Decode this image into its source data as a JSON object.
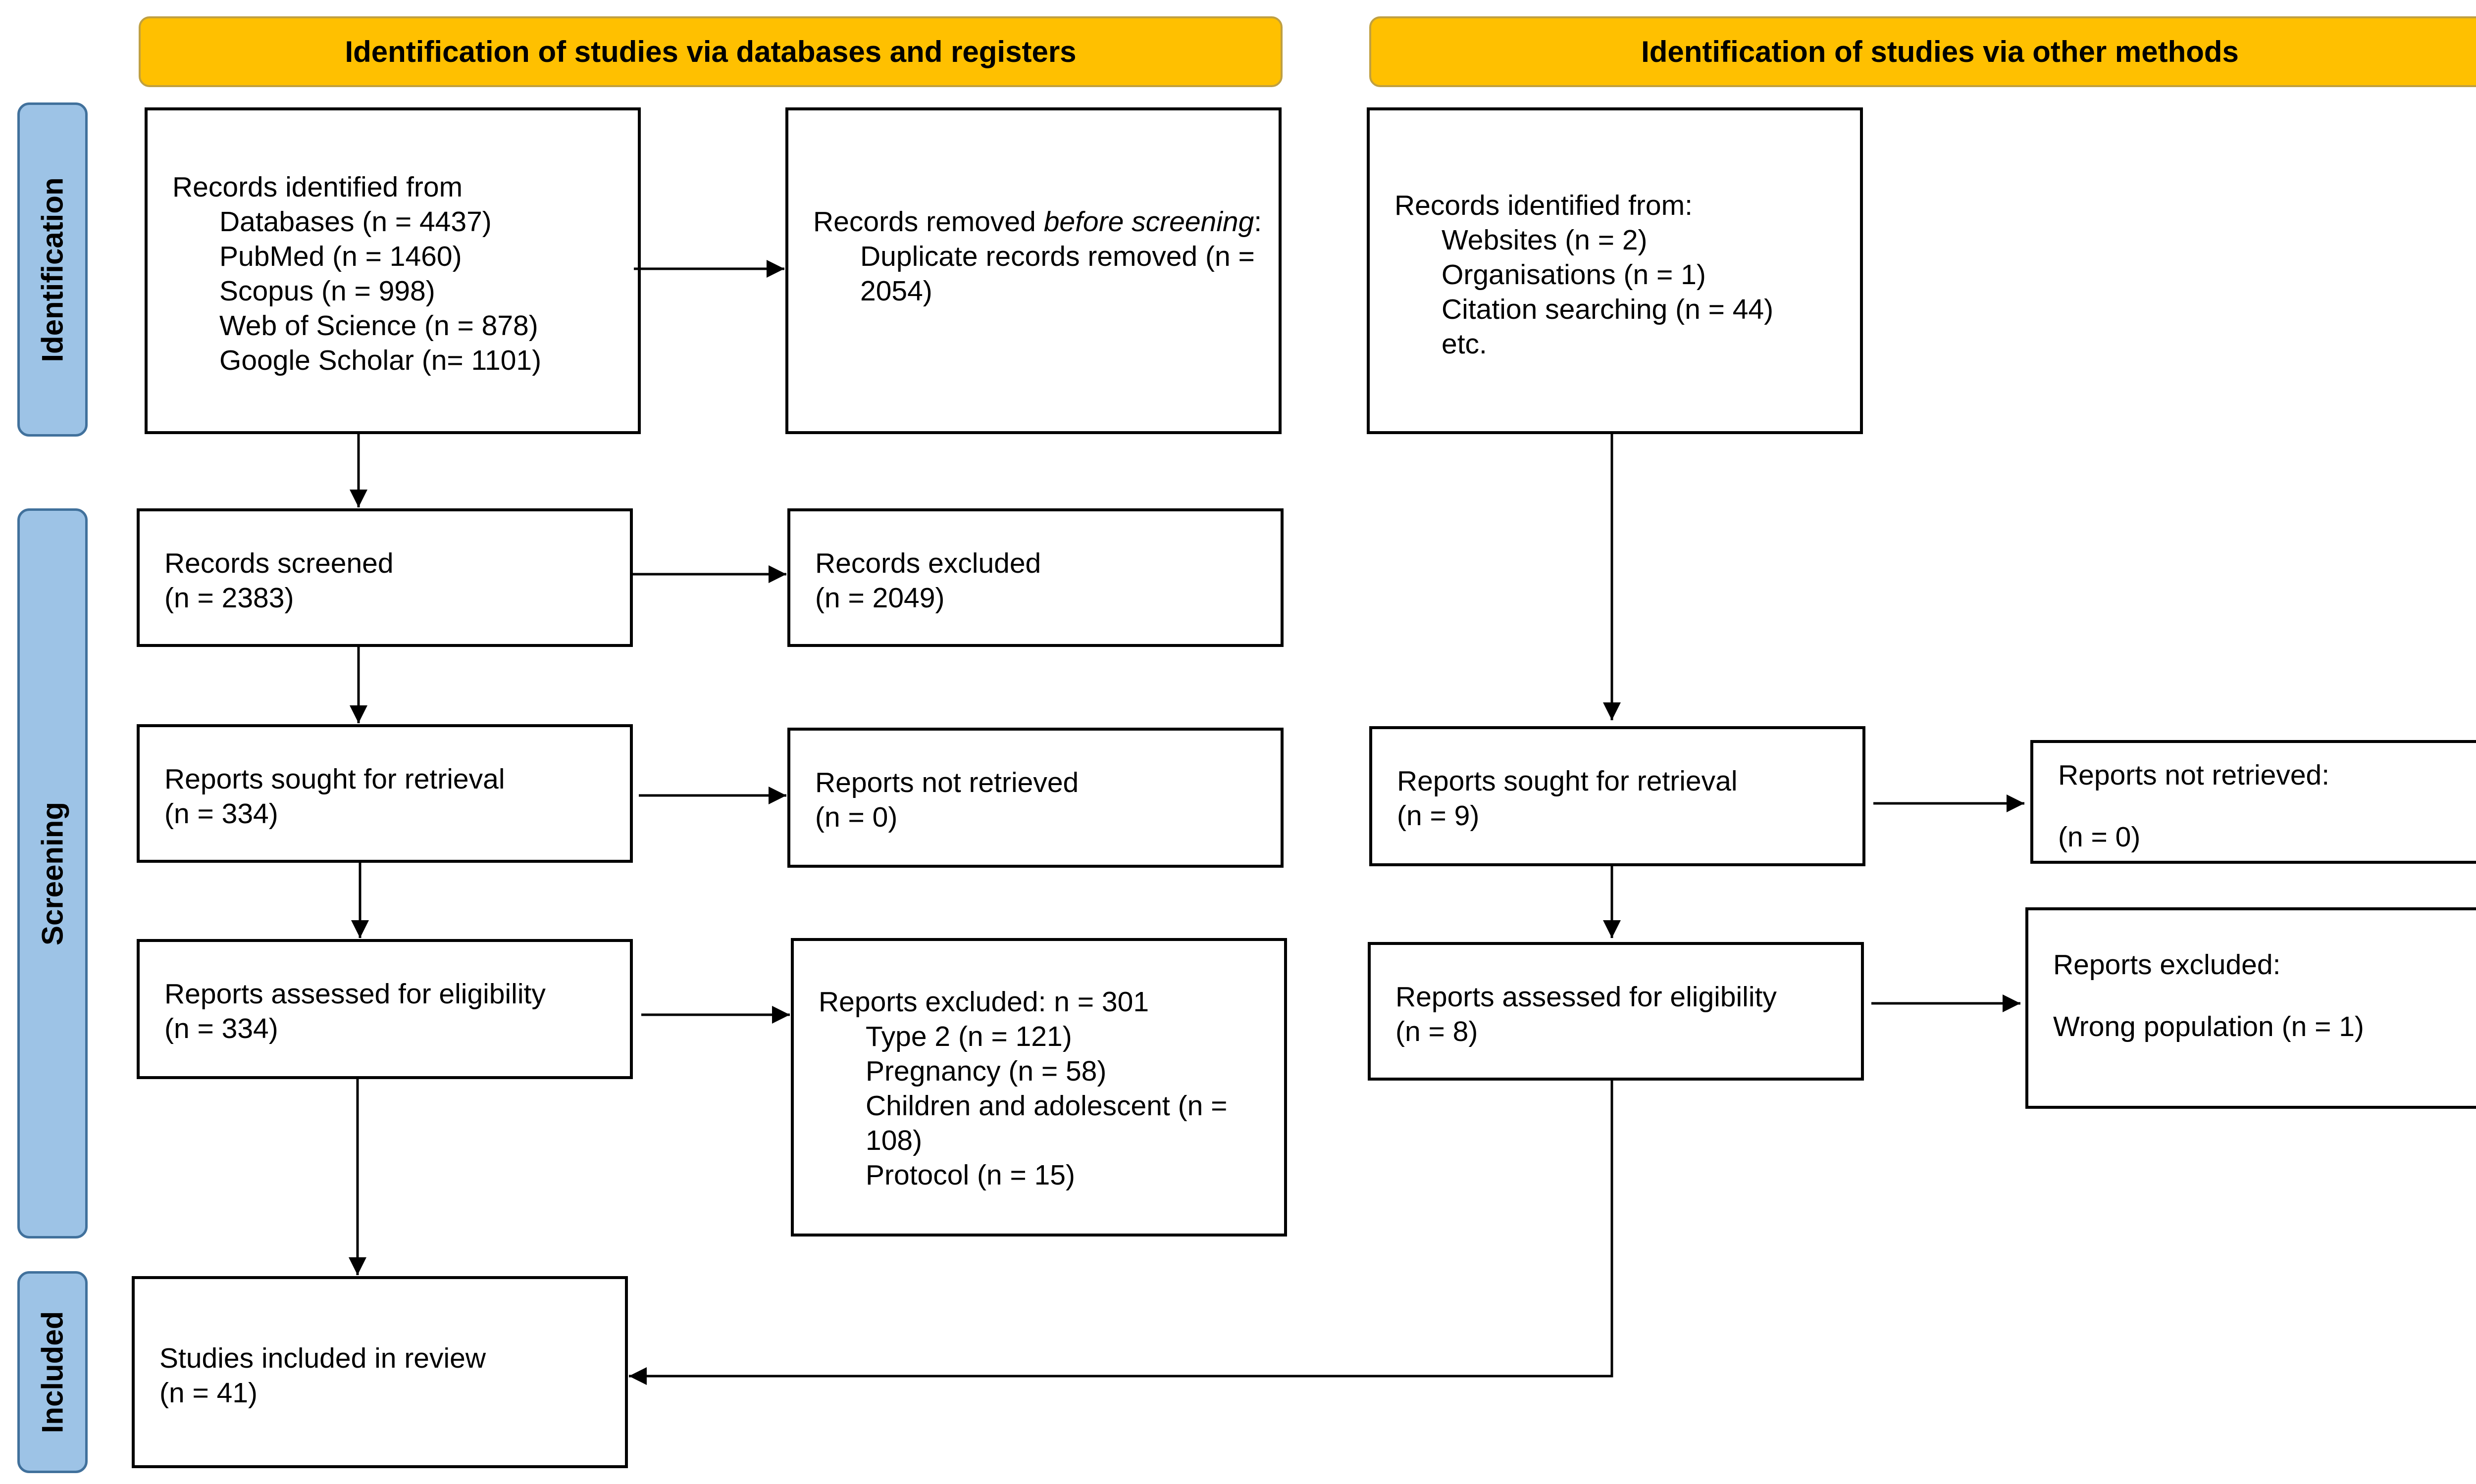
{
  "headers": {
    "left": "Identification of studies via databases and registers",
    "right": "Identification of studies via other methods"
  },
  "stages": {
    "identification": "Identification",
    "screening": "Screening",
    "included": "Included"
  },
  "left": {
    "records_identified": {
      "title": "Records identified from",
      "items": [
        "Databases (n = 4437)",
        "PubMed (n = 1460)",
        "Scopus (n = 998)",
        "Web of Science (n = 878)",
        "Google Scholar (n= 1101)"
      ]
    },
    "records_removed": {
      "title_pre": "Records removed ",
      "title_em": "before screening",
      "title_post": ":",
      "items": [
        "Duplicate records removed (n = 2054)"
      ]
    },
    "records_screened": {
      "title": "Records screened",
      "count": "(n = 2383)"
    },
    "records_excluded": {
      "title": "Records excluded",
      "count": "(n = 2049)"
    },
    "reports_sought": {
      "title": "Reports sought for retrieval",
      "count": "(n = 334)"
    },
    "reports_not_retrieved": {
      "title": "Reports not retrieved",
      "count": "(n = 0)"
    },
    "reports_assessed": {
      "title": "Reports assessed for eligibility",
      "count": "(n = 334)"
    },
    "reports_excluded": {
      "title": "Reports excluded: n = 301",
      "items": [
        "Type 2 (n = 121)",
        "Pregnancy (n = 58)",
        "Children and adolescent (n = 108)",
        "Protocol (n = 15)"
      ]
    },
    "studies_included": {
      "title": "Studies included in review",
      "count": "(n = 41)"
    }
  },
  "right": {
    "records_identified": {
      "title": "Records identified from:",
      "items": [
        "Websites (n = 2)",
        "Organisations (n = 1)",
        "Citation searching (n = 44)",
        "etc."
      ]
    },
    "reports_sought": {
      "title": "Reports sought for retrieval",
      "count": "(n = 9)"
    },
    "reports_not_retrieved": {
      "title": "Reports not retrieved:",
      "count": "(n = 0)"
    },
    "reports_assessed": {
      "title": "Reports assessed for eligibility",
      "count": "(n = 8)"
    },
    "reports_excluded": {
      "title": "Reports excluded:",
      "items": [
        "Wrong population (n = 1)"
      ]
    }
  }
}
